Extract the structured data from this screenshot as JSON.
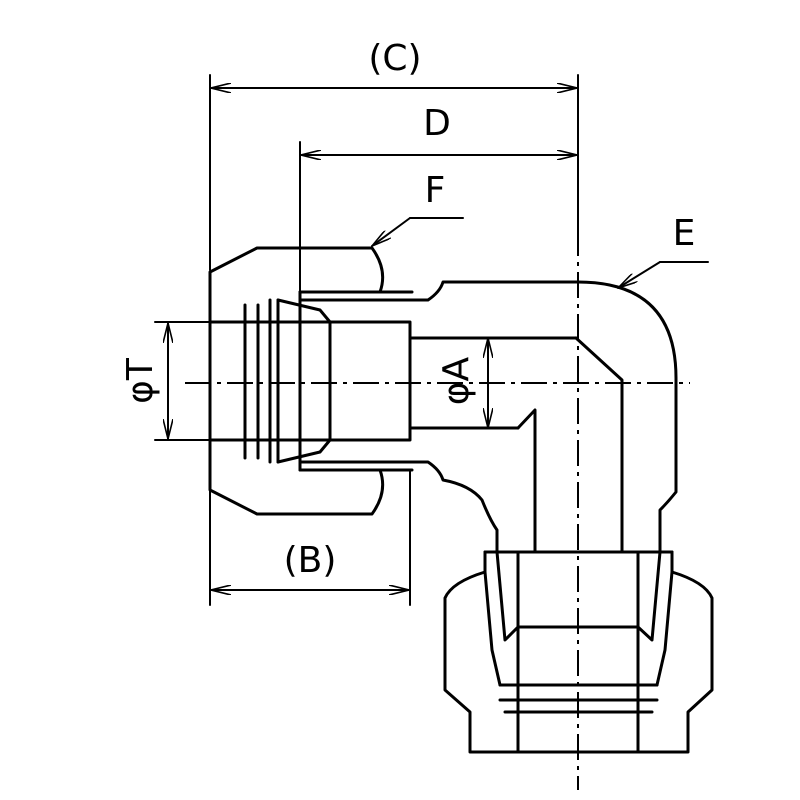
{
  "labels": {
    "c": "(C)",
    "d": "D",
    "f": "F",
    "e": "E",
    "b": "(B)",
    "t": "φT",
    "a": "φA"
  }
}
